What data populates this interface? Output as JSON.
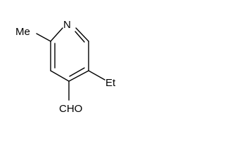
{
  "molecule": {
    "atoms": {
      "nitrogen": "N",
      "methyl": "Me",
      "ethyl": "Et",
      "aldehyde": "CHO"
    }
  }
}
